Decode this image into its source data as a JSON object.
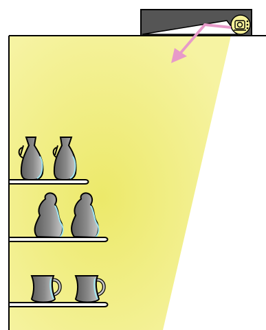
{
  "colors": {
    "light_beam": "#f6f3a2",
    "light_center": "#ece96a",
    "wall_line": "#000000",
    "ceiling_fixture": "#555555",
    "shelf": "#f8f8f4",
    "object_dark": "#5c5c5c",
    "object_light": "#c8c8c8",
    "object_edge": "#9fe6f0",
    "arrow": "#e79ac9",
    "fixture_head": "#f6f19a"
  },
  "icons": {
    "light_fixture": "spotlight-icon",
    "direction": "arrow-icon"
  },
  "scene": {
    "shelves": [
      {
        "objects": [
          "pitcher",
          "pitcher"
        ]
      },
      {
        "objects": [
          "figurine",
          "figurine"
        ]
      },
      {
        "objects": [
          "mug",
          "mug"
        ]
      }
    ]
  }
}
